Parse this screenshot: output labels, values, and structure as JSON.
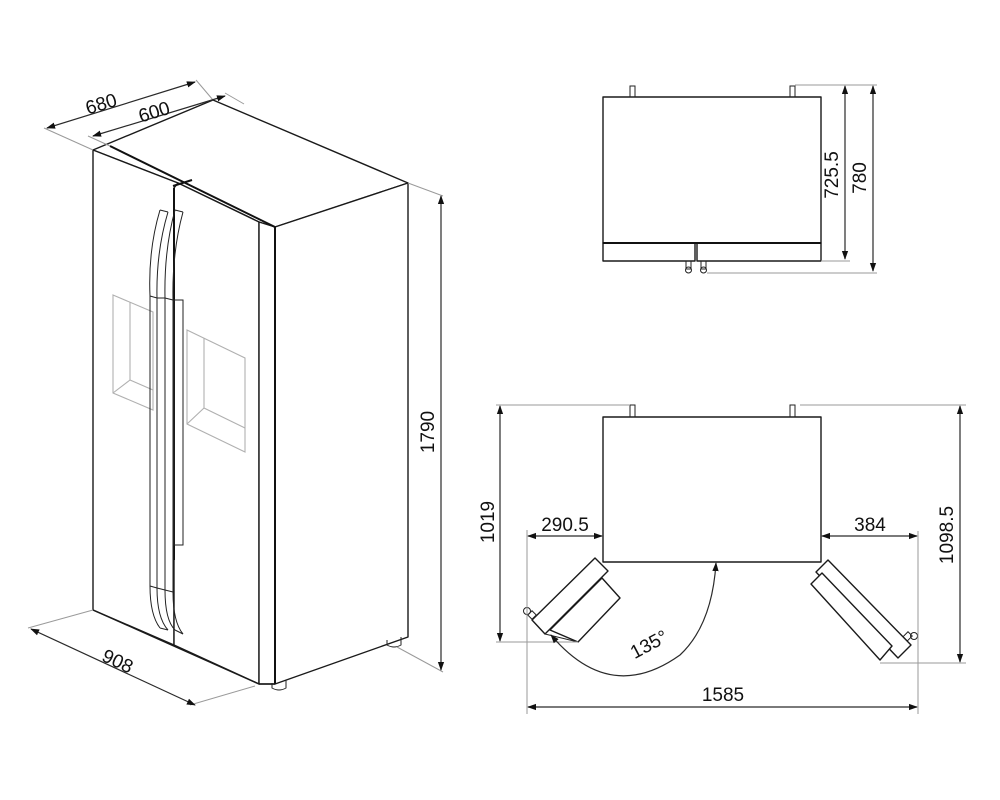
{
  "drawing": {
    "subject": "Side-by-side refrigerator dimensions",
    "units": "mm",
    "accent_color": "#111111",
    "dimension_line_color": "#2a2a2a",
    "extension_line_color": "#9a9a9a"
  },
  "isometric_view": {
    "depth_overall": "680",
    "depth_body": "600",
    "height": "1790",
    "depth_with_doors_open": "908"
  },
  "top_view_closed": {
    "depth_body": "725.5",
    "depth_overall": "780"
  },
  "top_view_open": {
    "depth_closed_with_handles": "1019",
    "depth_open": "1098.5",
    "left_door_clearance": "290.5",
    "right_door_clearance": "384",
    "door_angle": "135°",
    "total_width_open": "1585"
  }
}
